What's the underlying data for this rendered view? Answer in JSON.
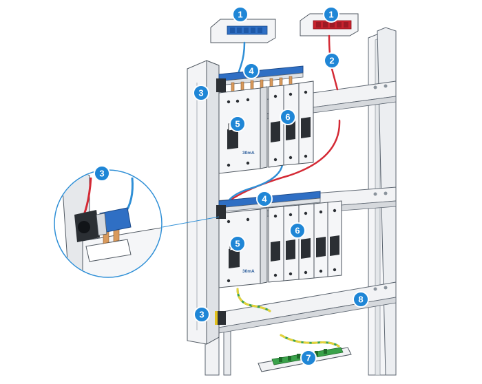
{
  "callouts": [
    {
      "id": "c1a",
      "number": "1"
    },
    {
      "id": "c1b",
      "number": "1"
    },
    {
      "id": "c2",
      "number": "2"
    },
    {
      "id": "c3a",
      "number": "3"
    },
    {
      "id": "c3b",
      "number": "3"
    },
    {
      "id": "c3c",
      "number": "3"
    },
    {
      "id": "c4a",
      "number": "4"
    },
    {
      "id": "c4b",
      "number": "4"
    },
    {
      "id": "c5a",
      "number": "5"
    },
    {
      "id": "c5b",
      "number": "5"
    },
    {
      "id": "c6a",
      "number": "6"
    },
    {
      "id": "c6b",
      "number": "6"
    },
    {
      "id": "c7",
      "number": "7"
    },
    {
      "id": "c8",
      "number": "8"
    }
  ],
  "device_labels": {
    "rcd_top": "30mA",
    "rcd_bottom": "30mA"
  },
  "colors": {
    "callout": "#1f86d6",
    "neutral_wire": "#2f8fd6",
    "phase_wire": "#d42a35",
    "earth_wire_green": "#3aa24a",
    "earth_wire_yellow": "#e6d23a",
    "busbar_blue": "#2f6fc4"
  }
}
